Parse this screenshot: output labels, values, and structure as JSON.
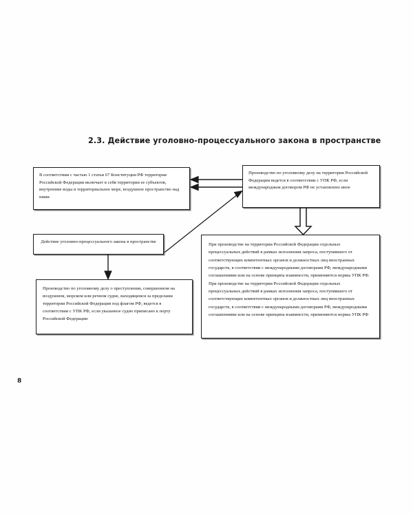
{
  "page": {
    "number": "8"
  },
  "heading": {
    "number": "2.3.",
    "text": "2.3.  Действие уголовно-процессуального закона в пространстве"
  },
  "diagram": {
    "type": "flowchart",
    "boxes": [
      {
        "id": "constitution",
        "text": "В соответствии с частью 1 статьи 67 Конституции РФ территория Российской Федерации включает в себя территории ее субъектов, внутренние воды и территориальное море, воздушное пространство над ними"
      },
      {
        "id": "criminal-proceedings",
        "text": "Производство по уголовному делу на территории Российской Федерации ведется в соответствии с УПК РФ, если международным договором РФ не установлено иное"
      },
      {
        "id": "main-heading",
        "text": "Действие уголовно-процессуального закона в пространстве"
      },
      {
        "id": "vessel",
        "text": "Производство по уголовному делу о преступлении, совершенном на воздушном, морском или речном судне, находящемся за пределами территории Российской Федерации под флагом РФ, ведется в соответствии с УПК РФ, если указанное судно приписано к порту Российской Федерации"
      },
      {
        "id": "procedural-actions",
        "text": "При производстве на территории Российской Федерации отдельных процессуальных действий в рамках исполнения запроса, поступившего от соответствующих компетентных органов и должностных лиц иностранных государств, в соответствии с международными договорами РФ, международными соглашениями или на основе принципа взаимности, применяются нормы УПК РФ. При производстве на территории Российской Федерации отдельных процессуальных действий в рамках исполнения запроса, поступившего от соответствующих компетентных органов и должностных лиц иностранных государств, в соответствии с международными договорами РФ, международными соглашениями или на основе принципа взаимности, применяются нормы УПК РФ"
      }
    ],
    "connectors": [
      {
        "id": "criminal-to-constitution-upper",
        "style": "double-line-arrow-left"
      },
      {
        "id": "criminal-to-constitution-lower",
        "style": "double-line-arrow-left"
      },
      {
        "id": "main-heading-to-criminal",
        "style": "thin-diagonal-arrow-up-right"
      },
      {
        "id": "criminal-to-procedural",
        "style": "hollow-arrow-down"
      },
      {
        "id": "main-heading-to-vessel",
        "style": "thin-arrow-down"
      }
    ]
  },
  "colors": {
    "ink": "#161616",
    "paper": "#fefefe",
    "border": "#1a1a1a"
  }
}
